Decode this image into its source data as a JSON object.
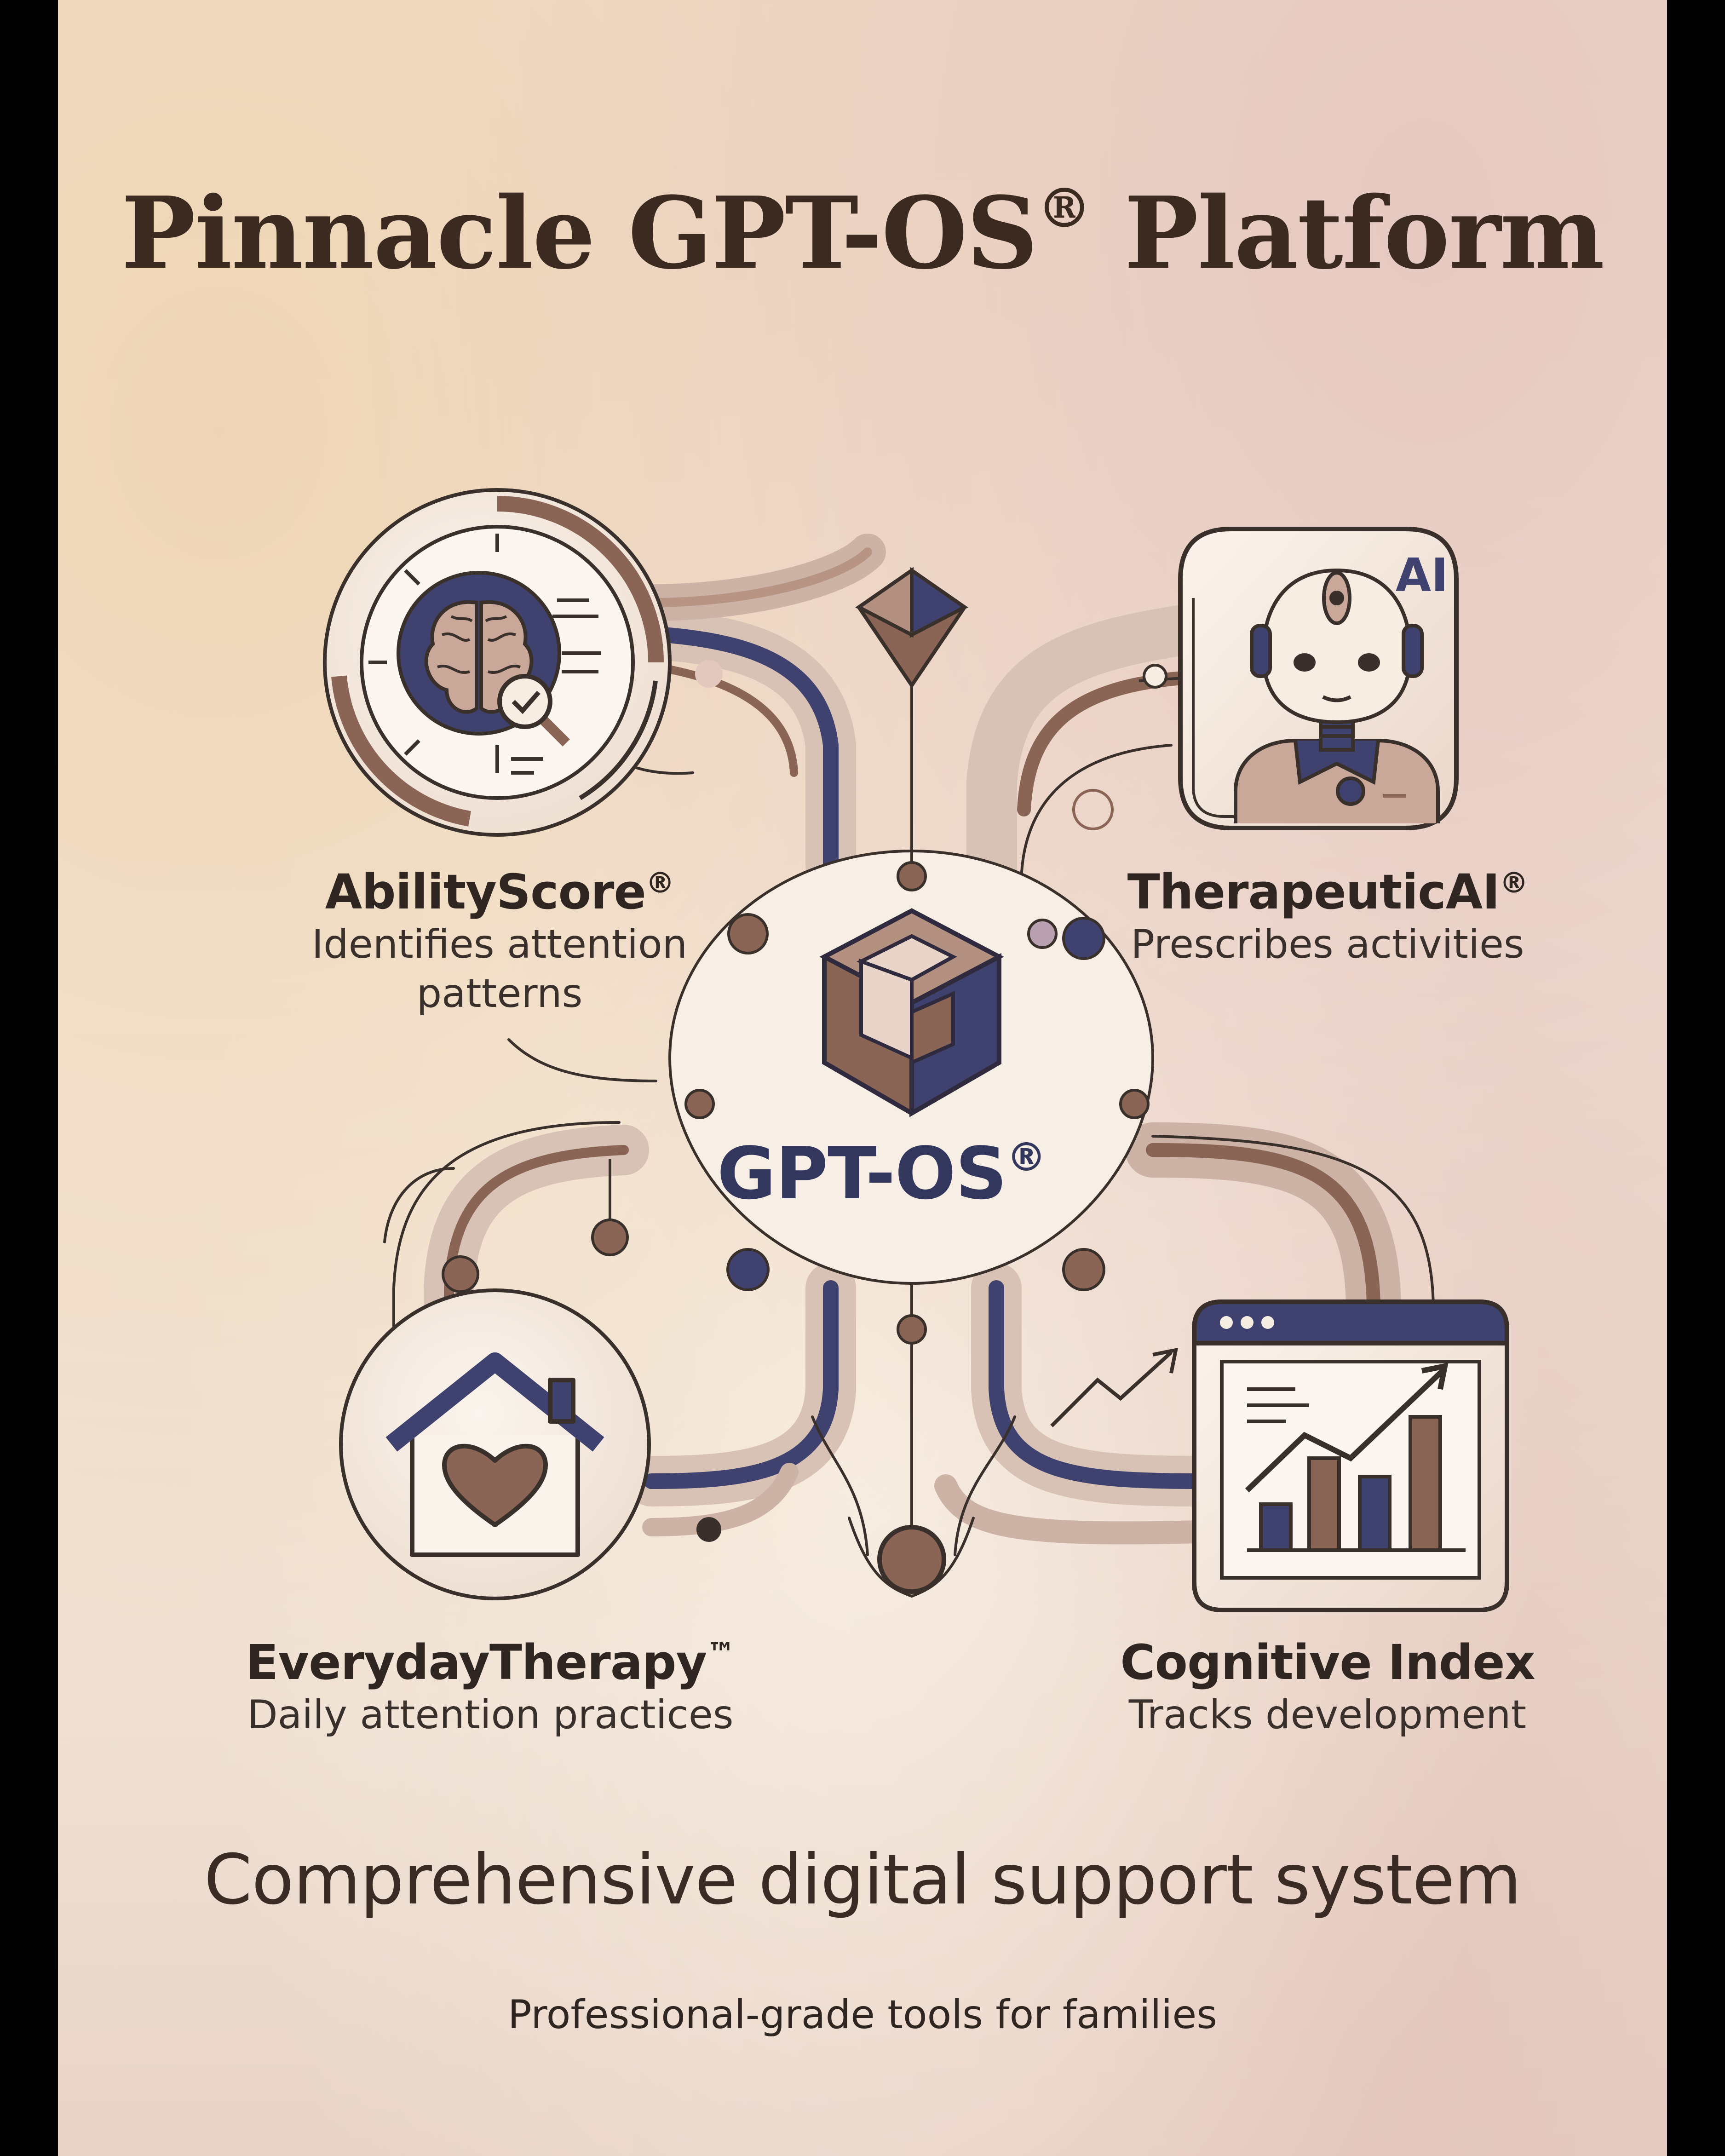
{
  "title": "Pinnacle GPT-OS",
  "title_mark": "®",
  "center": {
    "name": "GPT-OS",
    "mark": "®"
  },
  "modules": [
    {
      "name": "AbilityScore",
      "mark": "®",
      "desc_line1": "Identifies attention",
      "desc_line2": "patterns",
      "icon": "brain-magnifier-icon"
    },
    {
      "name": "TherapeuticAI",
      "mark": "®",
      "desc_line1": "Prescribes activities",
      "icon": "robot-icon",
      "icon_text": "AI"
    },
    {
      "name": "EverydayTherapy",
      "mark": "™",
      "desc_line1": "Daily attention practices",
      "icon": "house-heart-icon"
    },
    {
      "name": "Cognitive Index",
      "mark": "",
      "desc_line1": "Tracks development",
      "icon": "growth-chart-icon"
    }
  ],
  "title_suffix": "Platform",
  "tagline": "Comprehensive digital support system",
  "subtagline": "Professional-grade tools for families",
  "colors": {
    "navy": "#3f426e",
    "brown": "#8a6555",
    "cream": "#f6ede3",
    "text": "#3b2a20"
  }
}
